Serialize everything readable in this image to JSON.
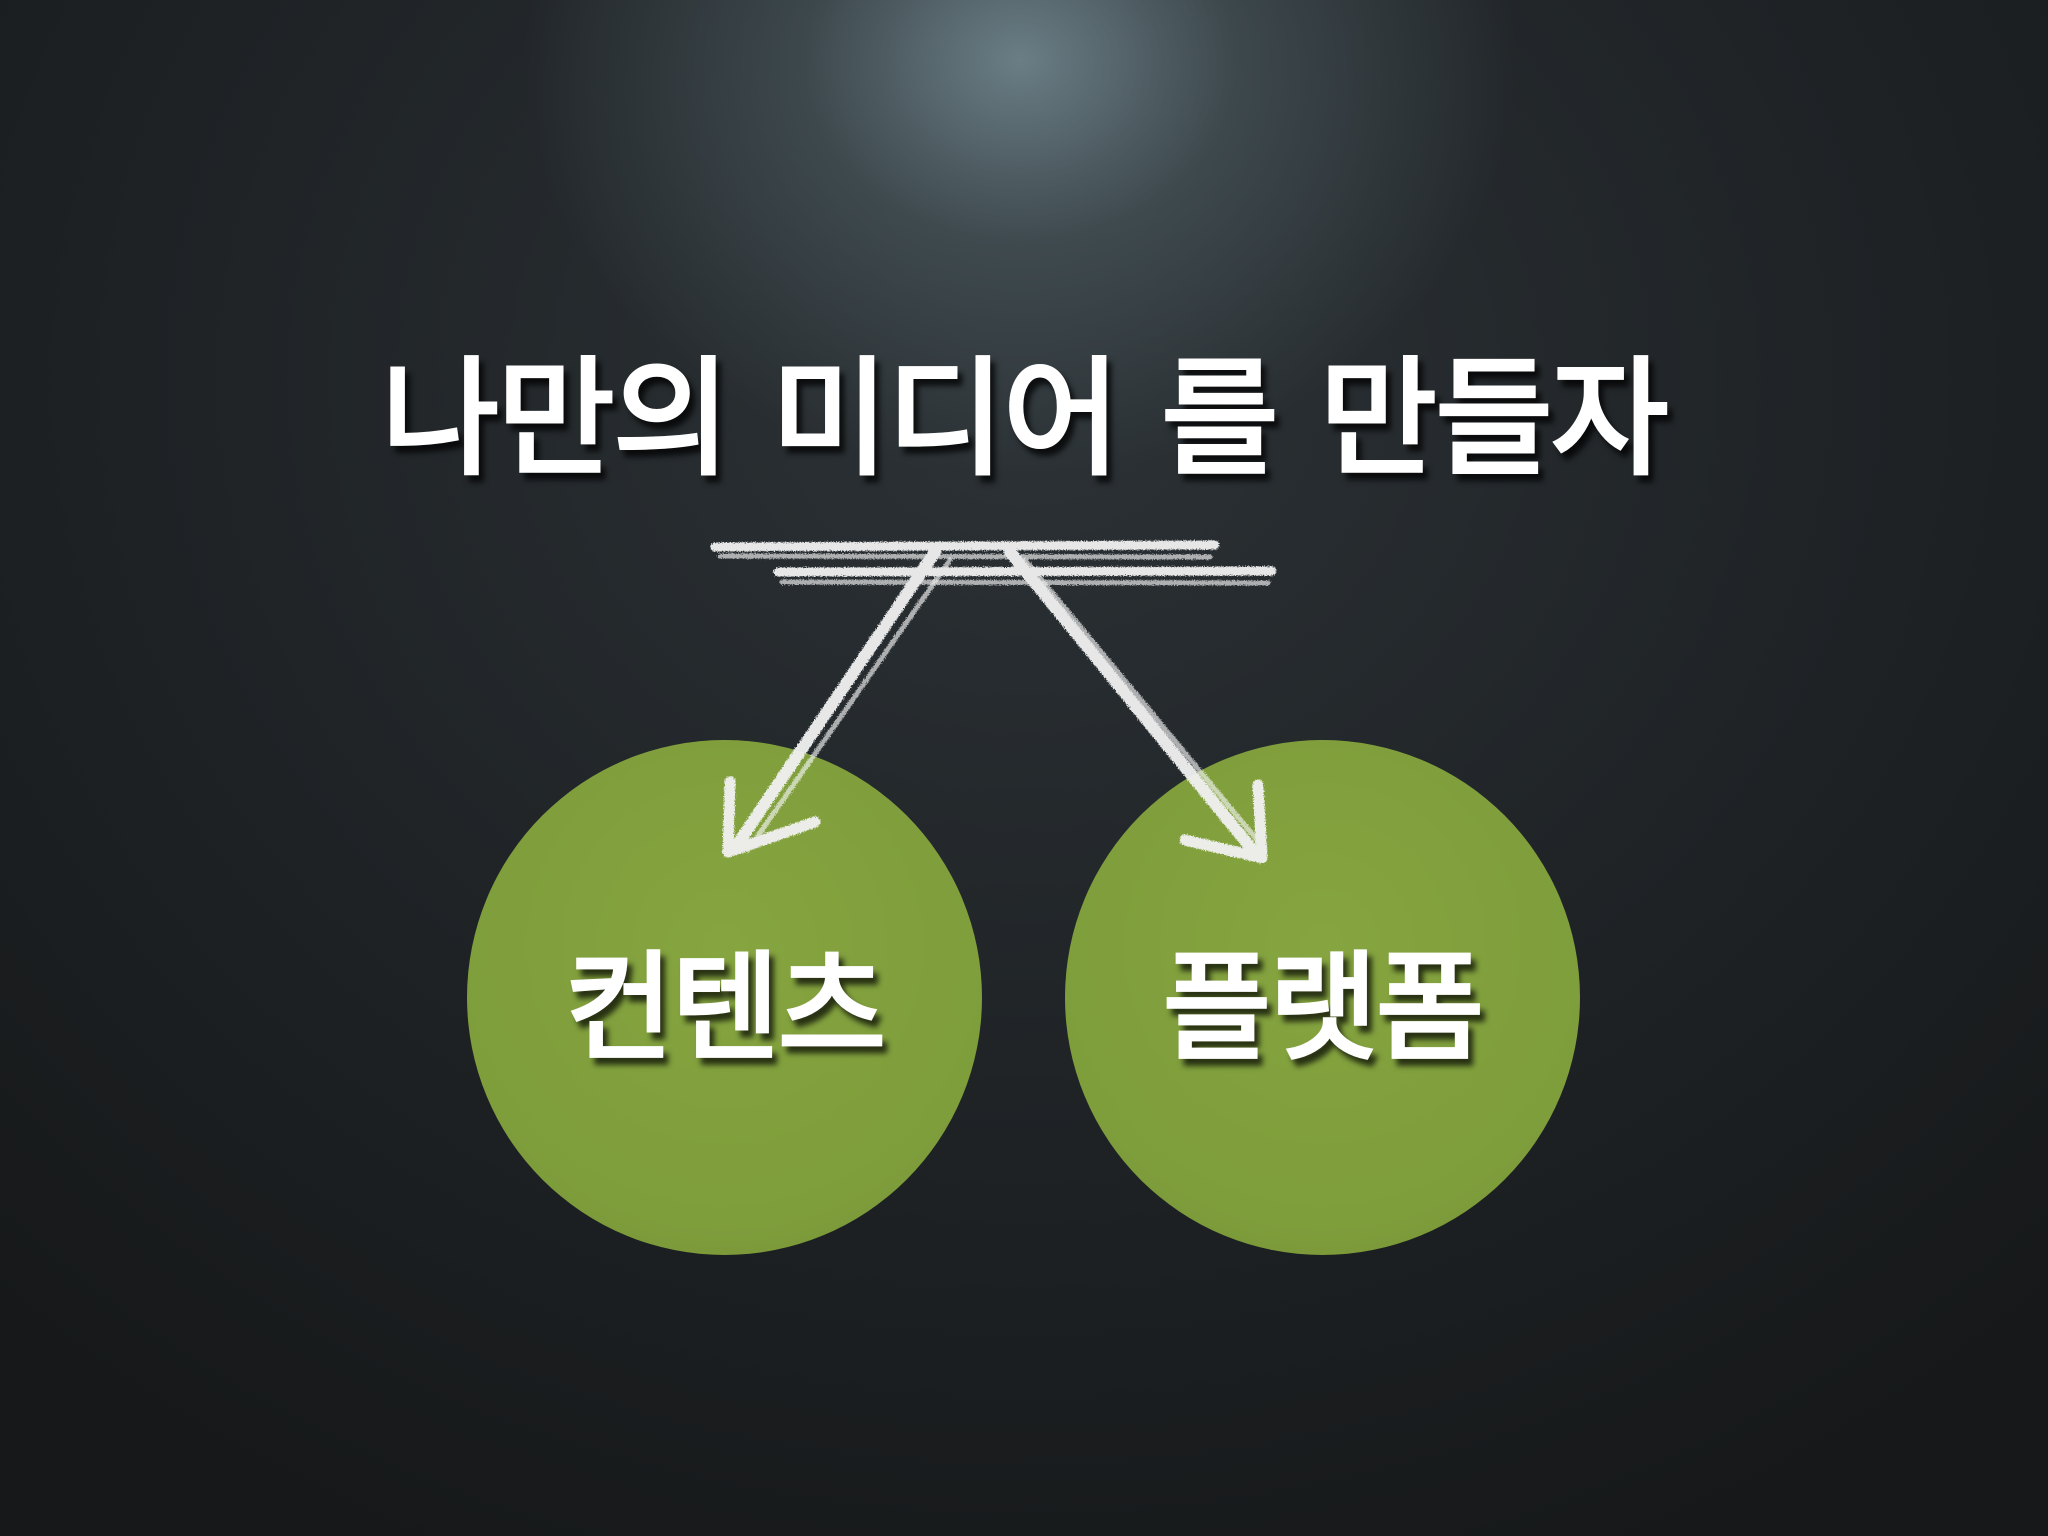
{
  "title": "나만의 미디어 를 만들자",
  "nodes": [
    {
      "id": "content",
      "label": "컨텐츠"
    },
    {
      "id": "platform",
      "label": "플랫폼"
    }
  ],
  "edges": [
    {
      "from": "title",
      "to": "content"
    },
    {
      "from": "title",
      "to": "platform"
    }
  ],
  "colors": {
    "node_fill": "#7f9e3c",
    "text": "#ffffff",
    "chalk": "#f2f2f2"
  }
}
